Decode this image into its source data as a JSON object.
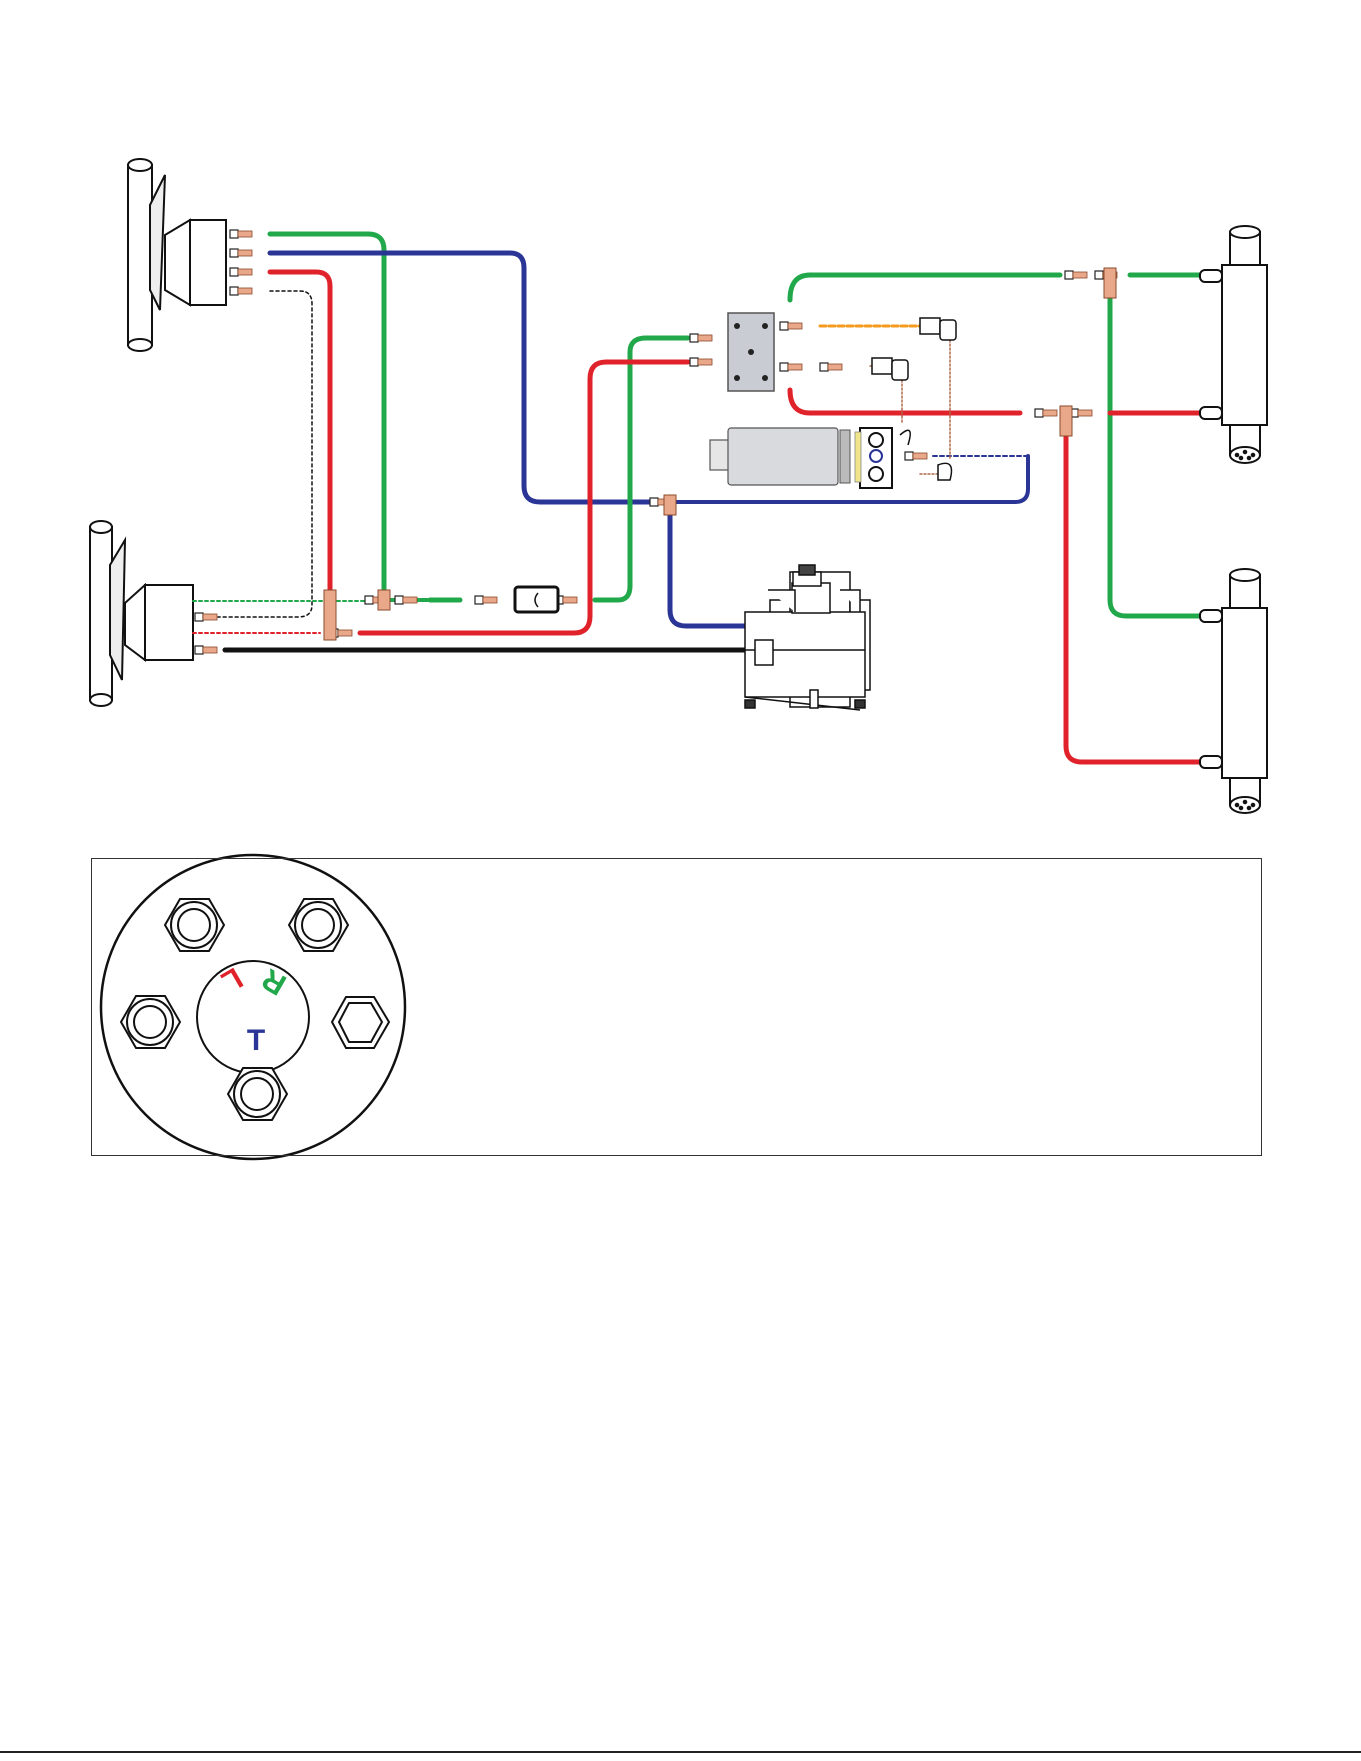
{
  "colors": {
    "green": "#21a84a",
    "blue": "#2a3596",
    "red": "#e0222b",
    "black": "#111111",
    "orange": "#f39a1f",
    "fitting": "#d98a6a"
  },
  "legend": {
    "ports": [
      {
        "label": "L",
        "color": "#e0222b"
      },
      {
        "label": "R",
        "color": "#21a84a"
      },
      {
        "label": "T",
        "color": "#2a3596"
      }
    ]
  }
}
